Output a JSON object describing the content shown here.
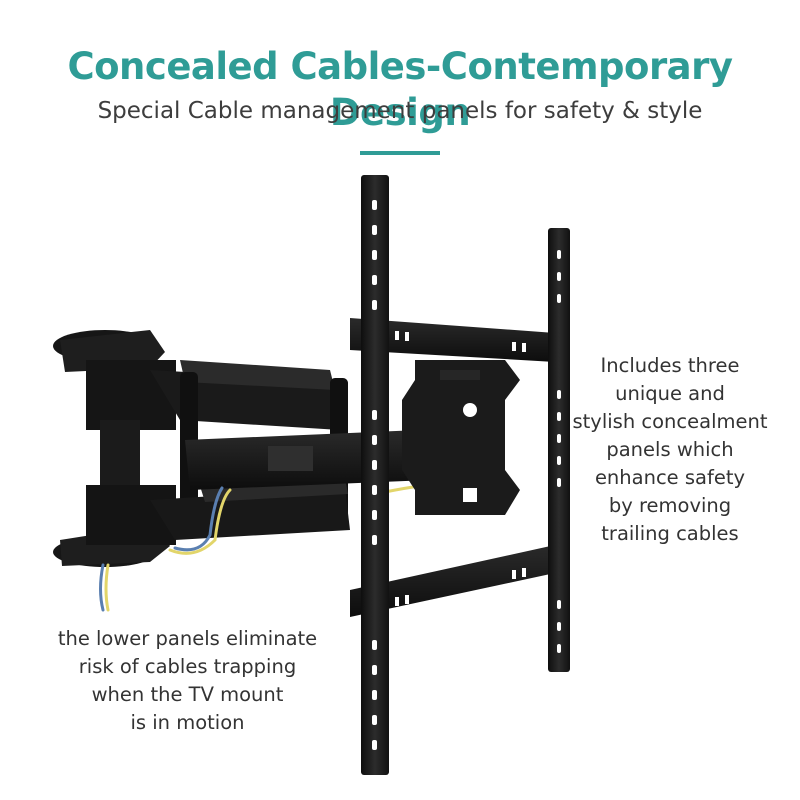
{
  "header": {
    "title": "Concealed Cables-Contemporary Design",
    "subtitle": "Special Cable management panels for safety & style"
  },
  "callouts": {
    "right": [
      "Includes three",
      "unique and",
      "stylish concealment",
      "panels which",
      "enhance safety",
      "by removing",
      "trailing cables"
    ],
    "left": [
      "the lower panels eliminate",
      "risk of cables trapping",
      "when the TV mount",
      "is in motion"
    ]
  },
  "product": {
    "name": "full-motion-tv-wall-mount",
    "illustration": "cable-management-arm"
  },
  "colors": {
    "accent": "#2f9c96",
    "text": "#333333",
    "metal": "#1c1c1c",
    "cable_yellow": "#e2d56a",
    "cable_blue": "#5a7fb0"
  }
}
